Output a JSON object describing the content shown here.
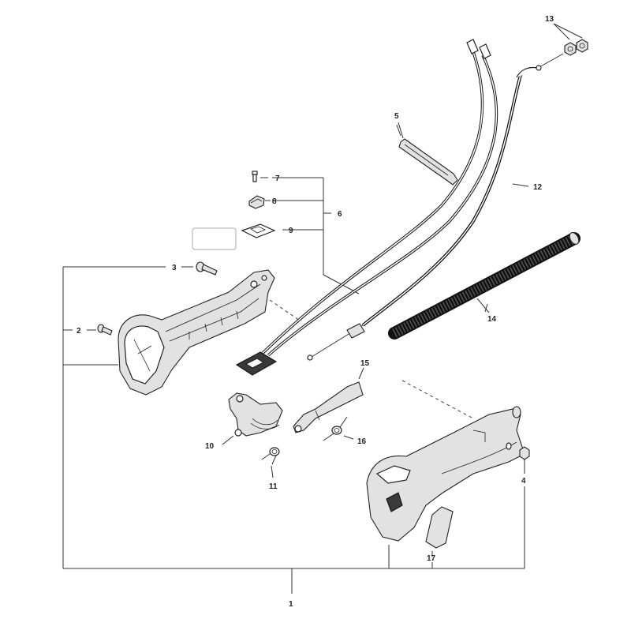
{
  "parts": [
    {
      "id": "label-1",
      "text": "1"
    },
    {
      "id": "label-2",
      "text": "2"
    },
    {
      "id": "label-3",
      "text": "3"
    },
    {
      "id": "label-4",
      "text": "4"
    },
    {
      "id": "label-5",
      "text": "5"
    },
    {
      "id": "label-6",
      "text": "6"
    },
    {
      "id": "label-7",
      "text": "7"
    },
    {
      "id": "label-8",
      "text": "8"
    },
    {
      "id": "label-9",
      "text": "9"
    },
    {
      "id": "label-10",
      "text": "10"
    },
    {
      "id": "label-11",
      "text": "11"
    },
    {
      "id": "label-12",
      "text": "12"
    },
    {
      "id": "label-13",
      "text": "13"
    },
    {
      "id": "label-14",
      "text": "14"
    },
    {
      "id": "label-15",
      "text": "15"
    },
    {
      "id": "label-16",
      "text": "16"
    },
    {
      "id": "label-17",
      "text": "17"
    }
  ]
}
